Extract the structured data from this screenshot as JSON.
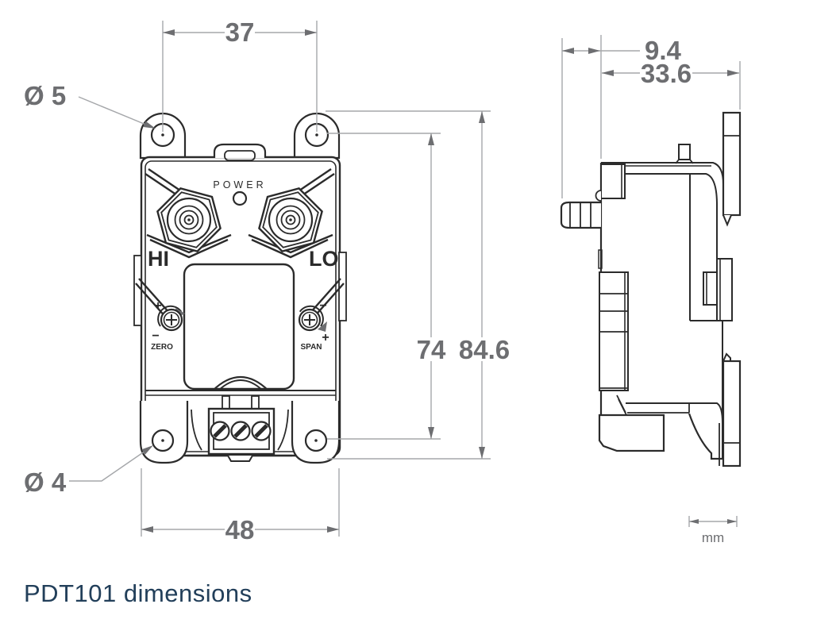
{
  "caption": "PDT101 dimensions",
  "views": {
    "front": {
      "labels": {
        "power": "POWER",
        "port_high": "HI",
        "port_low": "LO",
        "zero": "ZERO",
        "span": "SPAN",
        "zero_plus": "+",
        "zero_minus": "−",
        "span_minus": "−",
        "span_plus": "+"
      },
      "dimensions_mm": {
        "mounting_hole_spacing_top": "37",
        "mounting_hole_dia_top": "Ø 5",
        "mounting_hole_vertical_pitch": "74",
        "overall_height": "84.6",
        "mounting_hole_spacing_bottom": "48",
        "mounting_hole_dia_bottom": "Ø 4"
      }
    },
    "side": {
      "dimensions_mm": {
        "port_protrusion": "9.4",
        "overall_depth": "33.6"
      },
      "scale_unit": "mm"
    }
  },
  "colors": {
    "drawing_line": "#2b2b2b",
    "dimension_text": "#6d6e71",
    "dimension_line": "#a5a7aa",
    "caption_text": "#223f5a",
    "background": "#ffffff"
  }
}
